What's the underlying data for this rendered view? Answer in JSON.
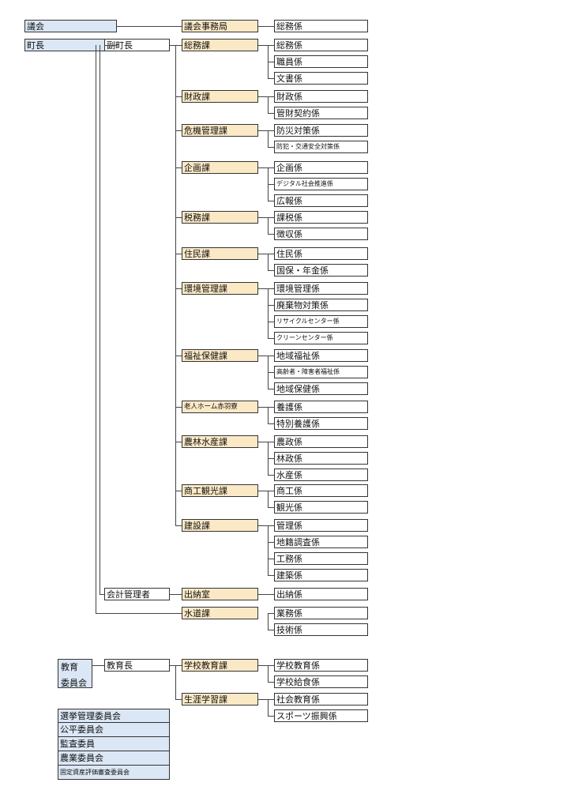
{
  "council": "議会",
  "council_office": "議会事務局",
  "council_office_units": [
    "総務係"
  ],
  "mayor": "町長",
  "deputy_mayor": "副町長",
  "accounting_manager": "会計管理者",
  "departments": [
    {
      "name": "総務課",
      "units": [
        "総務係",
        "職員係",
        "文書係"
      ]
    },
    {
      "name": "財政課",
      "units": [
        "財政係",
        "管財契約係"
      ]
    },
    {
      "name": "危機管理課",
      "units": [
        "防災対策係",
        "防犯・交通安全対策係"
      ]
    },
    {
      "name": "企画課",
      "units": [
        "企画係",
        "デジタル社会推進係",
        "広報係"
      ]
    },
    {
      "name": "税務課",
      "units": [
        "課税係",
        "徴収係"
      ]
    },
    {
      "name": "住民課",
      "units": [
        "住民係",
        "国保・年金係"
      ]
    },
    {
      "name": "環境管理課",
      "units": [
        "環境管理係",
        "廃棄物対策係",
        "リサイクルセンター係",
        "クリーンセンター係"
      ]
    },
    {
      "name": "福祉保健課",
      "units": [
        "地域福祉係",
        "高齢者・障害者福祉係",
        "地域保健係"
      ]
    },
    {
      "name": "老人ホーム赤羽寮",
      "units": [
        "養護係",
        "特別養護係"
      ]
    },
    {
      "name": "農林水産課",
      "units": [
        "農政係",
        "林政係",
        "水産係"
      ]
    },
    {
      "name": "商工観光課",
      "units": [
        "商工係",
        "観光係"
      ]
    },
    {
      "name": "建設課",
      "units": [
        "管理係",
        "地籍調査係",
        "工務係",
        "建築係"
      ]
    }
  ],
  "accounting_office": {
    "name": "出納室",
    "units": [
      "出納係"
    ]
  },
  "waterworks": {
    "name": "水道課",
    "units": [
      "業務係",
      "技術係"
    ]
  },
  "education_board": {
    "line1": "教育",
    "line2": "委員会"
  },
  "superintendent": "教育長",
  "education_departments": [
    {
      "name": "学校教育課",
      "units": [
        "学校教育係",
        "学校給食係"
      ]
    },
    {
      "name": "生涯学習課",
      "units": [
        "社会教育係",
        "スポーツ振興係"
      ]
    }
  ],
  "committees": [
    "選挙管理委員会",
    "公平委員会",
    "監査委員",
    "農業委員会",
    "固定資産評価審査委員会"
  ]
}
